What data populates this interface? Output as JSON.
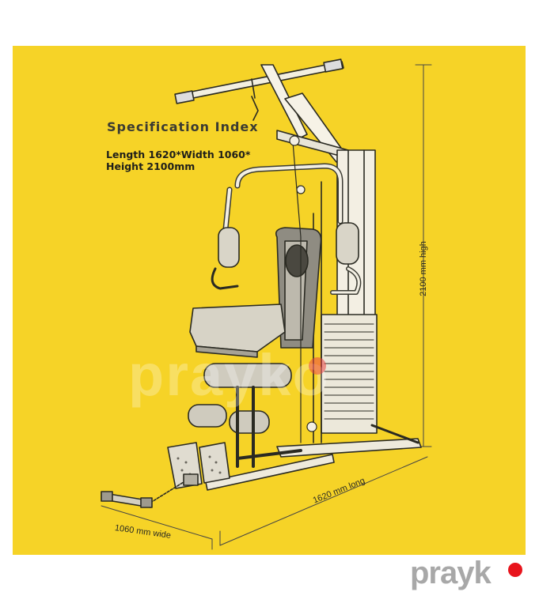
{
  "spec": {
    "title": "Specification Index",
    "line1": "Length 1620*Width 1060*",
    "line2": "Height 2100mm"
  },
  "dimensions": {
    "high": "2100 mm high",
    "long": "1620 mm long",
    "wide": "1060 mm wide"
  },
  "watermark": {
    "text": "prayko"
  },
  "brand": {
    "name": "prayk",
    "dot_color": "#e8141c"
  },
  "colors": {
    "background": "#f6d327",
    "sketch": "#2a2a22"
  }
}
